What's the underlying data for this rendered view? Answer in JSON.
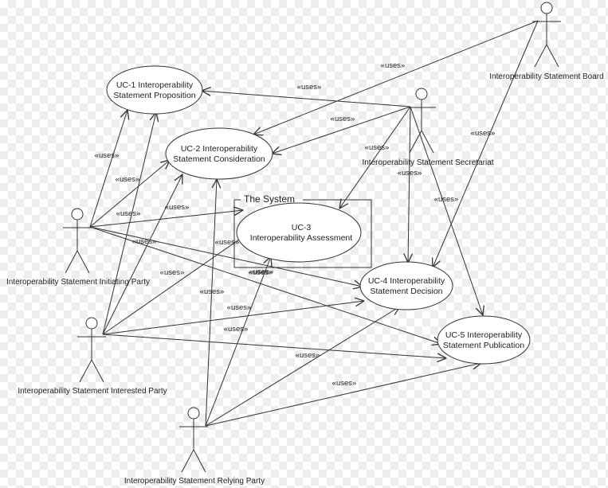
{
  "system": {
    "title": "The System"
  },
  "actors": [
    {
      "id": "board",
      "name": "Interoperability Statement Board"
    },
    {
      "id": "secretariat",
      "name": "Interoperability Statement Secretariat"
    },
    {
      "id": "initiating",
      "name": "Interoperability Statement Initiating Party"
    },
    {
      "id": "interested",
      "name": "Interoperability Statement Interested Party"
    },
    {
      "id": "relying",
      "name": "Interoperability Statement Relying Party"
    }
  ],
  "use_cases": [
    {
      "id": "uc1",
      "lines": [
        "UC-1 Interoperability",
        "Statement Proposition"
      ]
    },
    {
      "id": "uc2",
      "lines": [
        "UC-2 Interoperability",
        "Statement Consideration"
      ]
    },
    {
      "id": "uc3",
      "lines": [
        "UC-3",
        "Interoperability Assessment"
      ]
    },
    {
      "id": "uc4",
      "lines": [
        "UC-4 Interoperability",
        "Statement Decision"
      ]
    },
    {
      "id": "uc5",
      "lines": [
        "UC-5 Interoperability",
        "Statement Publication"
      ]
    }
  ],
  "associations": [
    {
      "from": "board",
      "to": "uc2",
      "label": "«uses»"
    },
    {
      "from": "board",
      "to": "uc4",
      "label": "«uses»"
    },
    {
      "from": "secretariat",
      "to": "uc1",
      "label": "«uses»"
    },
    {
      "from": "secretariat",
      "to": "uc2",
      "label": "«uses»"
    },
    {
      "from": "secretariat",
      "to": "uc3",
      "label": "«uses»"
    },
    {
      "from": "secretariat",
      "to": "uc4",
      "label": "«uses»"
    },
    {
      "from": "secretariat",
      "to": "uc5",
      "label": "«uses»"
    },
    {
      "from": "initiating",
      "to": "uc1",
      "label": "«uses»"
    },
    {
      "from": "initiating",
      "to": "uc2",
      "label": "«uses»"
    },
    {
      "from": "initiating",
      "to": "uc3",
      "label": "«uses»"
    },
    {
      "from": "initiating",
      "to": "uc4",
      "label": "«uses»"
    },
    {
      "from": "initiating",
      "to": "uc5",
      "label": "«uses»"
    },
    {
      "from": "interested",
      "to": "uc1",
      "label": "«uses»"
    },
    {
      "from": "interested",
      "to": "uc2",
      "label": "«uses»"
    },
    {
      "from": "interested",
      "to": "uc3",
      "label": "«uses»"
    },
    {
      "from": "interested",
      "to": "uc4",
      "label": "«uses»"
    },
    {
      "from": "interested",
      "to": "uc5",
      "label": "«uses»"
    },
    {
      "from": "relying",
      "to": "uc2",
      "label": "«uses»"
    },
    {
      "from": "relying",
      "to": "uc3",
      "label": "«uses»"
    },
    {
      "from": "relying",
      "to": "uc4",
      "label": "«uses»"
    },
    {
      "from": "relying",
      "to": "uc5",
      "label": "«uses»"
    }
  ]
}
